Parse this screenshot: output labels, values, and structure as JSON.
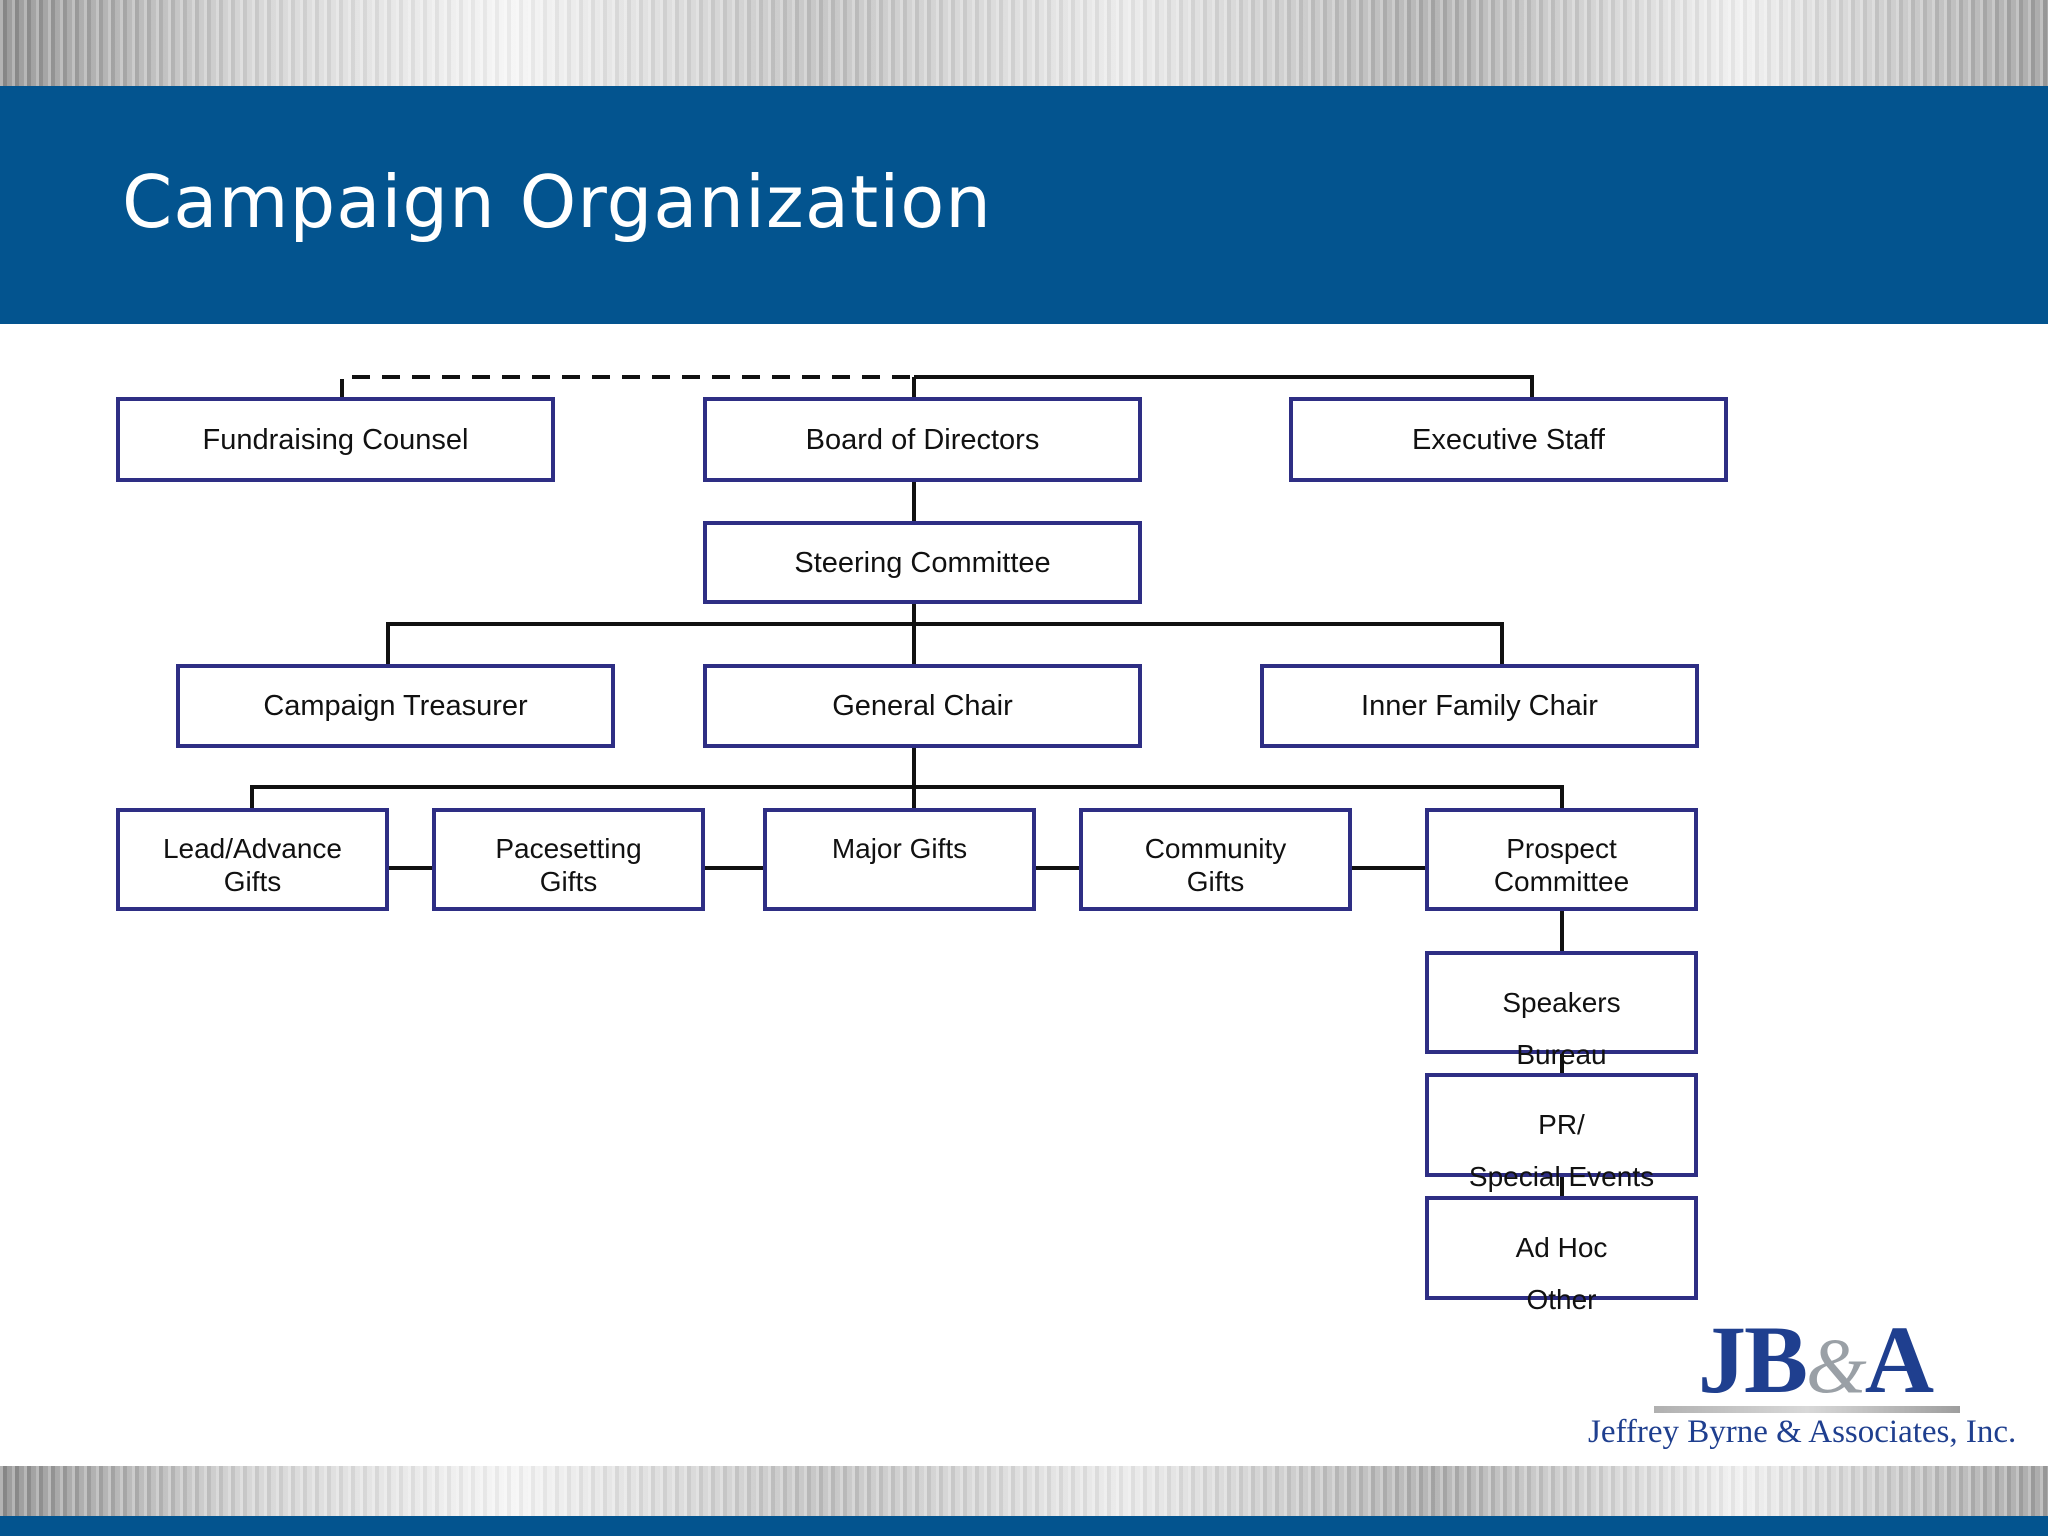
{
  "slide": {
    "title": "Campaign Organization"
  },
  "nodes": {
    "fundraising_counsel": "Fundraising Counsel",
    "board_of_directors": "Board of Directors",
    "executive_staff": "Executive Staff",
    "steering_committee": "Steering Committee",
    "campaign_treasurer": "Campaign Treasurer",
    "general_chair": "General Chair",
    "inner_family_chair": "Inner Family Chair",
    "lead_advance_gifts": "Lead/Advance\nGifts",
    "pacesetting_gifts": "Pacesetting\nGifts",
    "major_gifts": "Major Gifts",
    "community_gifts": "Community\nGifts",
    "prospect_committee": "Prospect\nCommittee",
    "speakers_bureau": "Speakers\nBureau",
    "pr_special_events": "PR/\nSpecial Events",
    "ad_hoc_other": "Ad Hoc\nOther"
  },
  "relationships": [
    {
      "from": "Board of Directors",
      "to": "Fundraising Counsel",
      "style": "dashed"
    },
    {
      "from": "Board of Directors",
      "to": "Executive Staff",
      "style": "solid"
    },
    {
      "from": "Board of Directors",
      "to": "Steering Committee",
      "style": "solid"
    },
    {
      "from": "Steering Committee",
      "to": "Campaign Treasurer",
      "style": "solid"
    },
    {
      "from": "Steering Committee",
      "to": "General Chair",
      "style": "solid"
    },
    {
      "from": "Steering Committee",
      "to": "Inner Family Chair",
      "style": "solid"
    },
    {
      "from": "General Chair",
      "to": "Lead/Advance Gifts",
      "style": "solid"
    },
    {
      "from": "General Chair",
      "to": "Pacesetting Gifts",
      "style": "solid"
    },
    {
      "from": "General Chair",
      "to": "Major Gifts",
      "style": "solid"
    },
    {
      "from": "General Chair",
      "to": "Community Gifts",
      "style": "solid"
    },
    {
      "from": "General Chair",
      "to": "Prospect Committee",
      "style": "solid"
    },
    {
      "from": "Prospect Committee",
      "to": "Speakers Bureau",
      "style": "solid"
    },
    {
      "from": "Speakers Bureau",
      "to": "PR/ Special Events",
      "style": "solid"
    },
    {
      "from": "PR/ Special Events",
      "to": "Ad Hoc Other",
      "style": "solid"
    }
  ],
  "logo": {
    "mark_initials": "JB",
    "mark_amp": "&",
    "mark_end": "A",
    "company_name": "Jeffrey Byrne & Associates, Inc."
  },
  "colors": {
    "band_blue": "#03548f",
    "node_border": "#2e2e84",
    "connector": "#111111",
    "logo_blue": "#1f3f8f"
  }
}
